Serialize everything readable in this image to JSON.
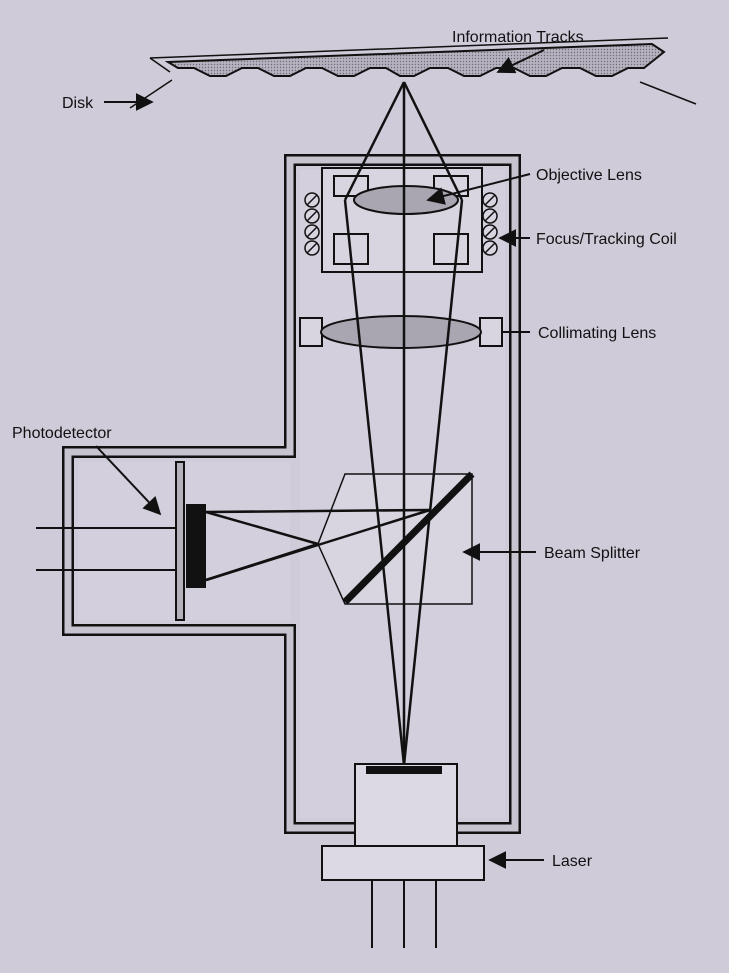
{
  "diagram": {
    "labels": {
      "information_tracks": "Information Tracks",
      "disk": "Disk",
      "objective_lens": "Objective Lens",
      "focus_tracking_coil": "Focus/Tracking Coil",
      "collimating_lens": "Collimating Lens",
      "photodetector": "Photodetector",
      "beam_splitter": "Beam Splitter",
      "laser": "Laser"
    }
  },
  "colors": {
    "background": "#cfcbd9",
    "housing_fill": "#b4b0bc",
    "lens_fill": "#a9a6b1",
    "ink": "#111111"
  }
}
